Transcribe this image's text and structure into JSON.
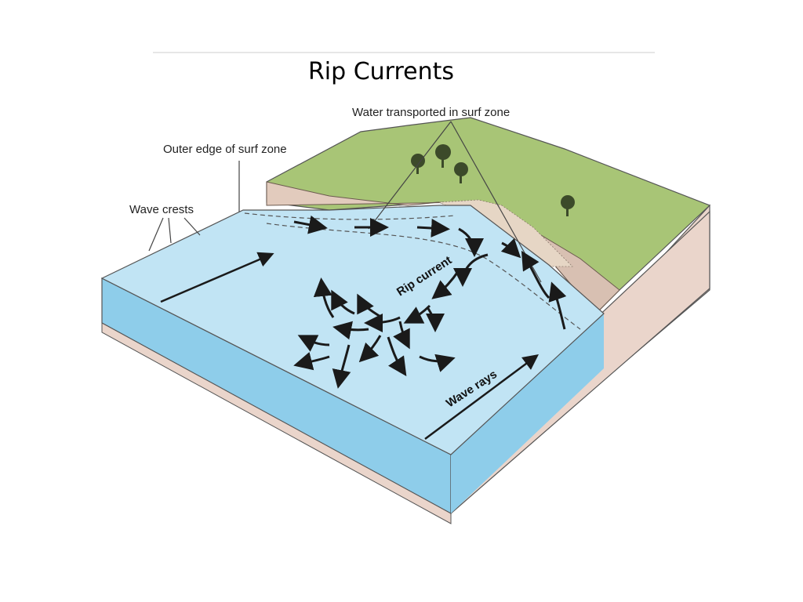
{
  "title": "Rip Currents",
  "labels": {
    "water_transported": "Water transported in surf zone",
    "outer_edge": "Outer edge of surf zone",
    "wave_crests": "Wave crests",
    "rip_current": "Rip current",
    "wave_rays": "Wave rays"
  },
  "colors": {
    "water_top": "#bfe3f3",
    "water_side": "#8ccbea",
    "land_top": "#a6c374",
    "earth_side": "#e9d2c8",
    "beach": "#e8d8c8",
    "arrow": "#1a1a1a"
  }
}
